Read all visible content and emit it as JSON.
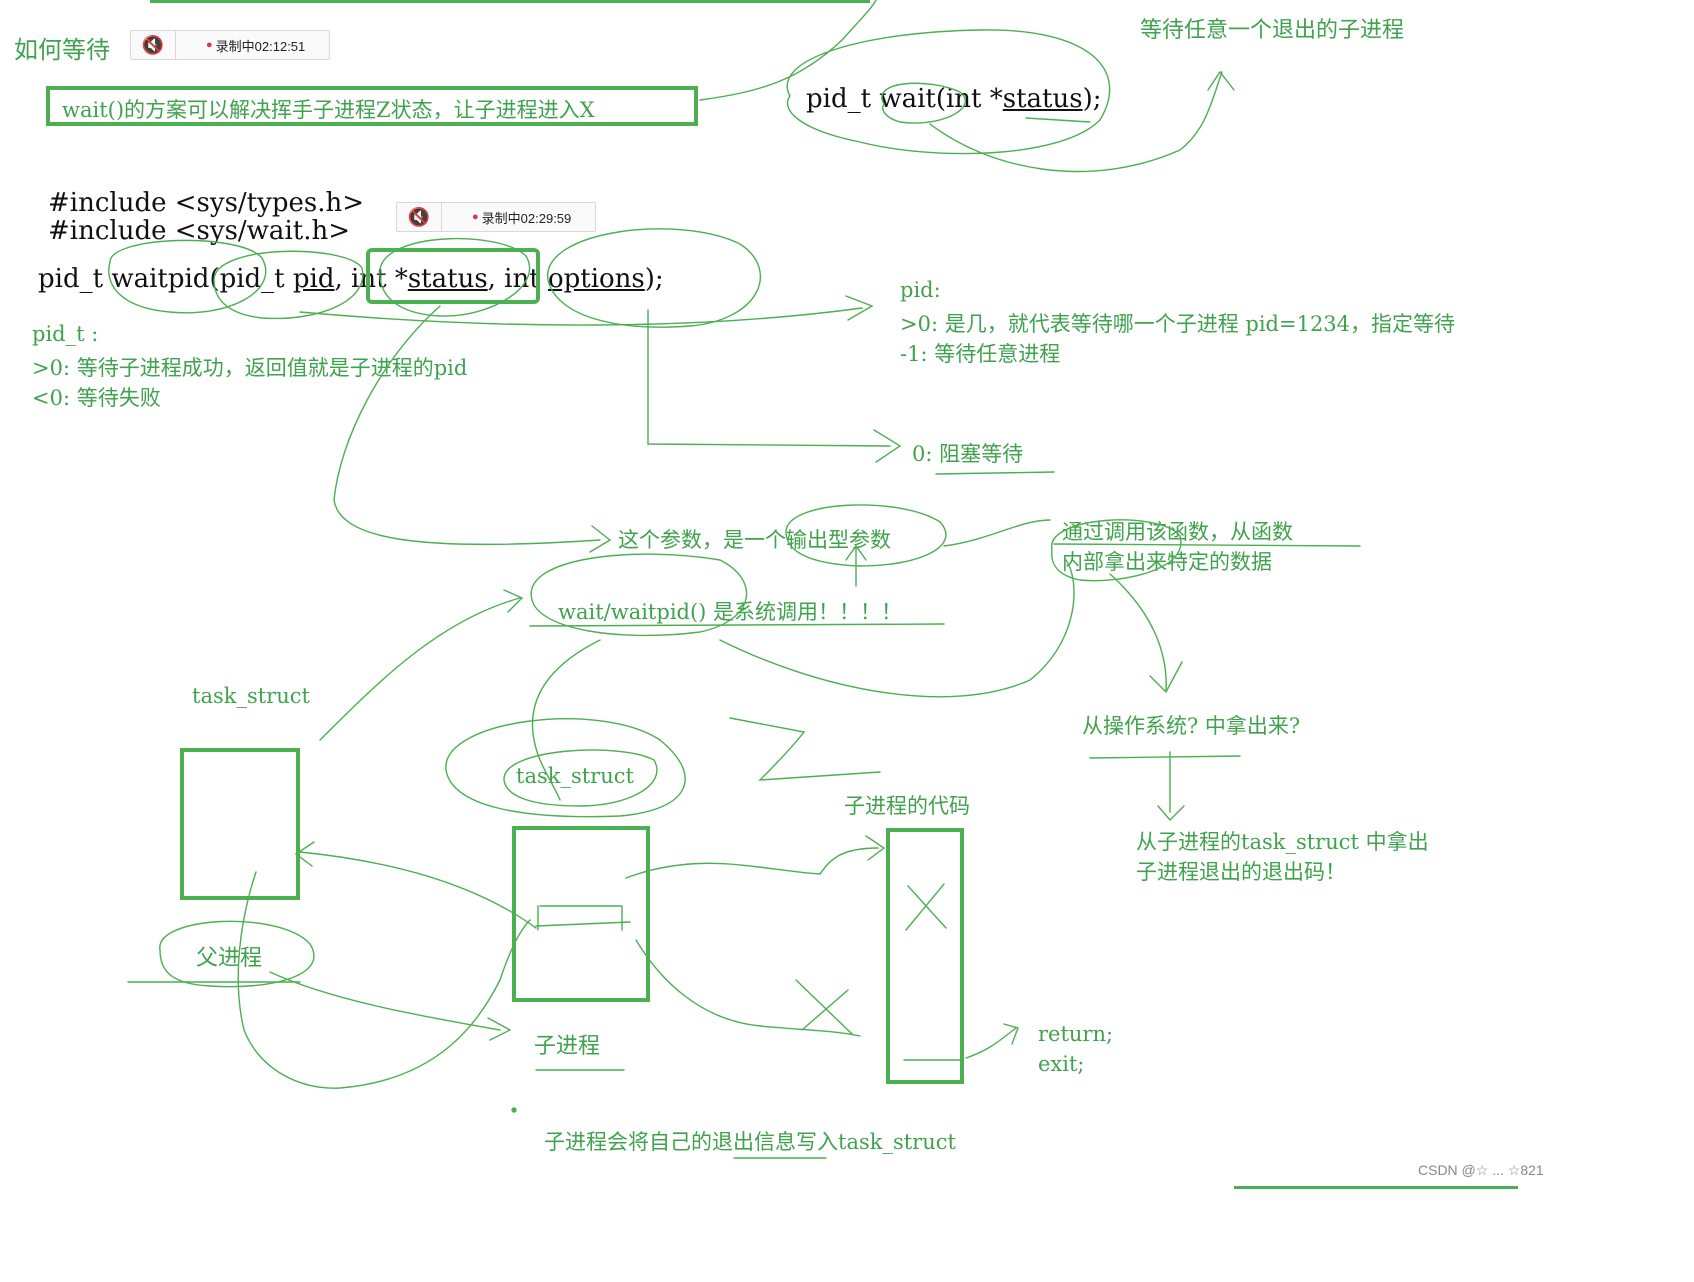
{
  "header": {
    "title": "如何等待",
    "recording_1": "录制中02:12:51",
    "recording_2": "录制中02:29:59"
  },
  "notes": {
    "wait_solution": "wait()的方案可以解决挥手子进程Z状态，让子进程进入X",
    "wait_any": "等待任意一个退出的子进程"
  },
  "code": {
    "wait_sig_prefix": "pid_t wait(int *",
    "wait_sig_param": "status",
    "wait_sig_suffix": ");",
    "include_1": "#include <sys/types.h>",
    "include_2": "#include <sys/wait.h>",
    "waitpid_ret": "pid_t waitpid(pid_t ",
    "waitpid_p1": "pid",
    "waitpid_sep1": ", ",
    "waitpid_int": "int *",
    "waitpid_p2": "status",
    "waitpid_sep2": ", int ",
    "waitpid_p3": "options",
    "waitpid_end": ");"
  },
  "return_notes": {
    "title": "pid_t :",
    "gt0": ">0: 等待子进程成功，返回值就是子进程的pid",
    "lt0": "<0: 等待失败"
  },
  "pid_notes": {
    "title": "pid:",
    "gt0": ">0: 是几，就代表等待哪一个子进程 pid=1234，指定等待",
    "neg1": "-1: 等待任意进程"
  },
  "options_note": "0: 阻塞等待",
  "status_note": "这个参数，是一个输出型参数",
  "data_note_1": "通过调用该函数，从函数",
  "data_note_2": "内部拿出来特定的数据",
  "syscall_note": "wait/waitpid() 是系统调用！！！！",
  "os_question": "从操作系统? 中拿出来?",
  "exit_code_1": "从子进程的task_struct 中拿出",
  "exit_code_2": "子进程退出的退出码！",
  "diagram": {
    "task_struct_left": "task_struct",
    "task_struct_mid": "task_struct",
    "parent": "父进程",
    "child": "子进程",
    "child_code": "子进程的代码",
    "return_kw": "return;",
    "exit_kw": "exit;",
    "write_note": "子进程会将自己的退出信息写入task_struct"
  },
  "watermark": "CSDN @☆ ... ☆821",
  "colors": {
    "ink": "#3fa34d",
    "box": "#4caf50",
    "text": "#111111"
  }
}
